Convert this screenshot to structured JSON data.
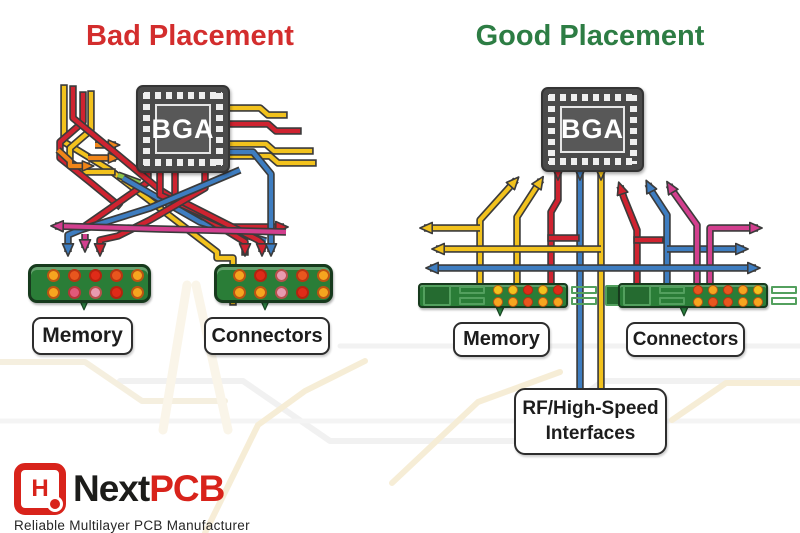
{
  "titles": {
    "bad": {
      "text": "Bad Placement",
      "color": "#d32d2d"
    },
    "good": {
      "text": "Good Placement",
      "color": "#2d7d44"
    }
  },
  "chips": {
    "left": "BGA",
    "right": "BGA"
  },
  "labels": {
    "memory_left": "Memory",
    "connectors_left": "Connectors",
    "memory_right": "Memory",
    "connectors_right": "Connectors"
  },
  "rf": {
    "line1": "RF/High-Speed",
    "line2": "Interfaces"
  },
  "logo": {
    "icon_letter": "H",
    "name_black": "Next",
    "name_red": "PCB",
    "name_black_color": "#1c1c1a",
    "name_red_color": "#d8231b",
    "tagline": "Reliable Multilayer PCB Manufacturer"
  },
  "trace_colors": {
    "yellow": "#f2c21d",
    "red": "#cf2330",
    "blue": "#3e7dc0",
    "magenta": "#d23f8e",
    "orange": "#f08519",
    "green_arrow": "#2e8b45",
    "outline": "#3b3b3b"
  },
  "dot_palette": {
    "orange": "#f6a51f",
    "redorange": "#e8561e",
    "red": "#df2b18",
    "pink": "#e89bb0",
    "pinkred": "#e0597a",
    "yellow": "#f2c21d"
  },
  "components": {
    "left_memory": {
      "dots": [
        [
          "orange",
          "redorange",
          "red",
          "redorange",
          "orange"
        ],
        [
          "orange",
          "pinkred",
          "pink",
          "red",
          "orange"
        ]
      ]
    },
    "left_connectors": {
      "dots": [
        [
          "orange",
          "red",
          "pink",
          "redorange",
          "orange"
        ],
        [
          "orange",
          "orange",
          "pink",
          "red",
          "orange"
        ]
      ]
    },
    "right_memory": {
      "dots": [
        [
          "yellow",
          "yellow",
          "red",
          "yellow",
          "red"
        ],
        [
          "orange",
          "orange",
          "redorange",
          "orange",
          "orange"
        ]
      ]
    },
    "right_connectors": {
      "dots": [
        [
          "redorange",
          "orange",
          "redorange",
          "orange",
          "yellow"
        ],
        [
          "orange",
          "redorange",
          "redorange",
          "orange",
          "orange"
        ]
      ]
    }
  }
}
